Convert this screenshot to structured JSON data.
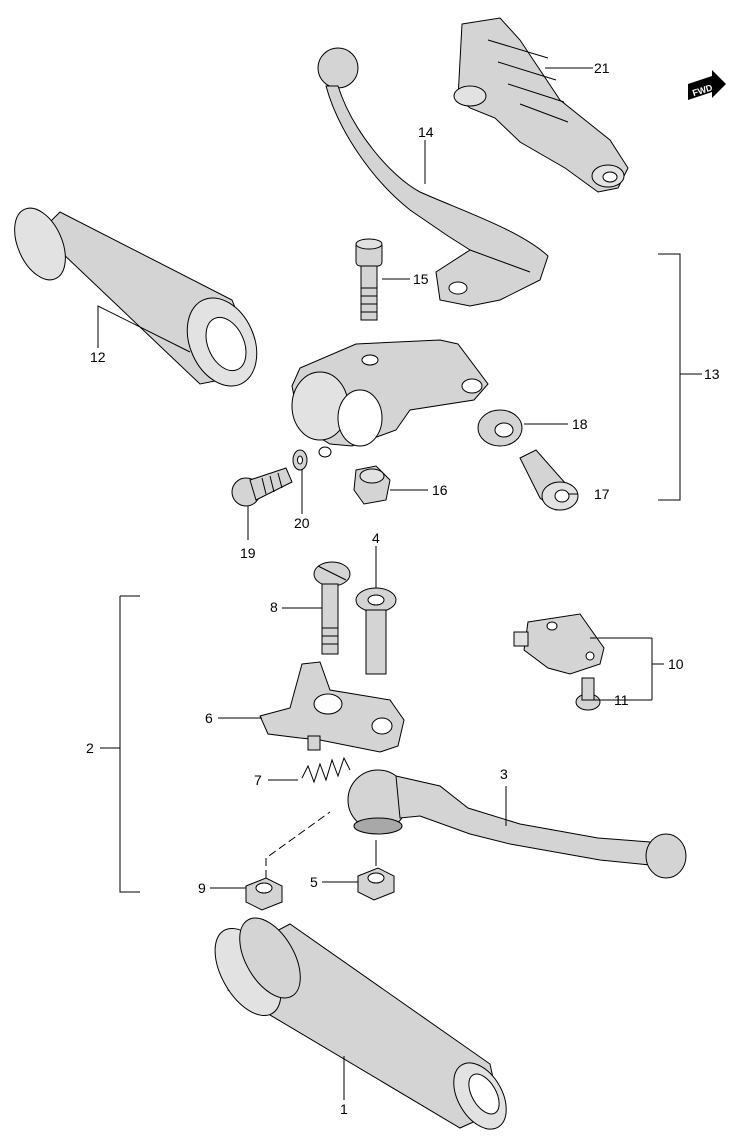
{
  "fwd_badge": "FWD",
  "callouts": {
    "c1": "1",
    "c2": "2",
    "c3": "3",
    "c4": "4",
    "c5": "5",
    "c6": "6",
    "c7": "7",
    "c8": "8",
    "c9": "9",
    "c10": "10",
    "c11": "11",
    "c12": "12",
    "c13": "13",
    "c14": "14",
    "c15": "15",
    "c16": "16",
    "c17": "17",
    "c18": "18",
    "c19": "19",
    "c20": "20",
    "c21": "21"
  }
}
